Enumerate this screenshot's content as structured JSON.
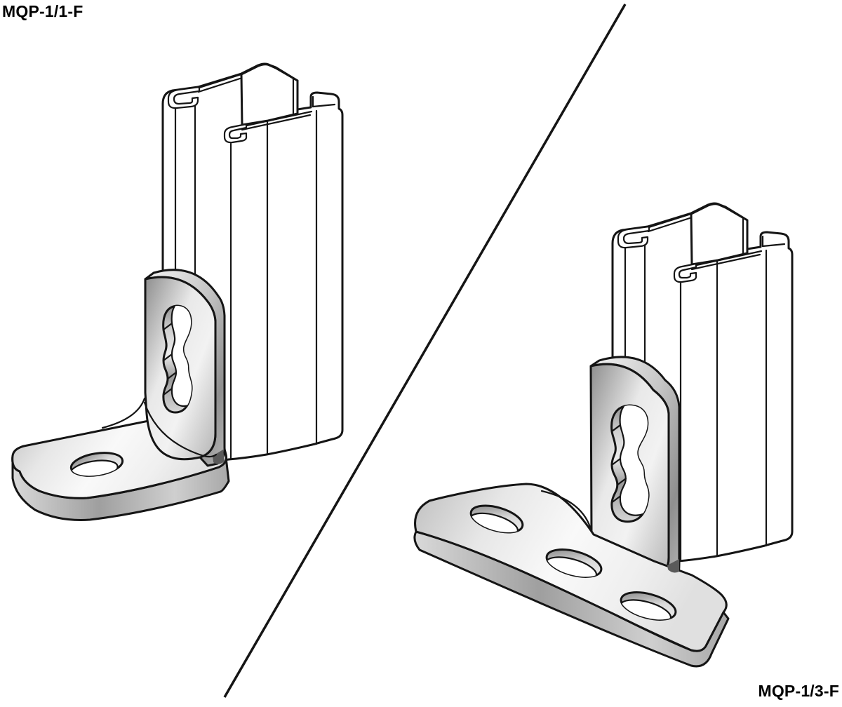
{
  "figure": {
    "type": "technical-product-illustration",
    "background": "#ffffff",
    "divider_line": "diagonal from upper-right to lower-left"
  },
  "labels": {
    "top_left": "MQP-1/1-F",
    "bottom_right": "MQP-1/3-F"
  },
  "parts": [
    {
      "label": "MQP-1/1-F",
      "position": "upper-left",
      "bracket_shape": "90-degree angle foot",
      "base_holes": 1,
      "upright_slots": 1,
      "shown_with": "strut channel"
    },
    {
      "label": "MQP-1/3-F",
      "position": "lower-right",
      "bracket_shape": "flat base foot",
      "base_holes": 3,
      "upright_slots": 1,
      "shown_with": "strut channel"
    }
  ],
  "palette": {
    "line": "#151515",
    "background": "#ffffff",
    "metal_light": "#f5f5f5",
    "metal_mid": "#c0c0c0",
    "metal_dark": "#8a8a8a"
  }
}
